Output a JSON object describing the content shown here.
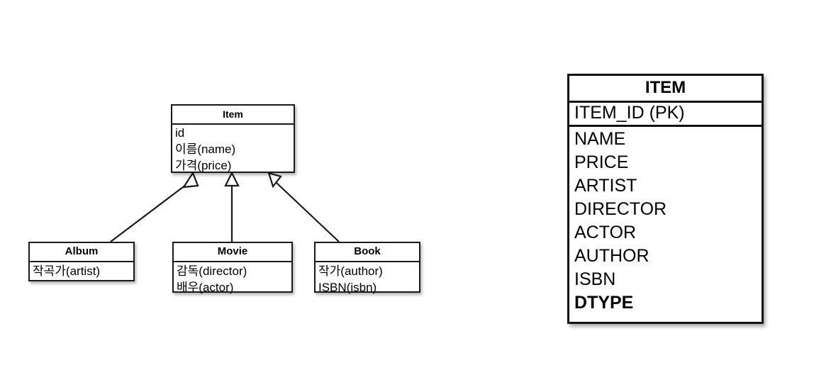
{
  "diagram": {
    "background_color": "#ffffff",
    "line_color": "#1a1a1a",
    "uml": {
      "superclass": {
        "title": "Item",
        "attributes": [
          "id",
          "이름(name)",
          "가격(price)"
        ]
      },
      "subclasses": [
        {
          "title": "Album",
          "attributes": [
            "작곡가(artist)"
          ]
        },
        {
          "title": "Movie",
          "attributes": [
            "감독(director)",
            "배우(actor)"
          ]
        },
        {
          "title": "Book",
          "attributes": [
            "작가(author)",
            "ISBN(isbn)"
          ]
        }
      ],
      "relationship_type": "generalization"
    },
    "table": {
      "title": "ITEM",
      "primary_key": "ITEM_ID (PK)",
      "columns": [
        {
          "name": "NAME",
          "bold": false
        },
        {
          "name": "PRICE",
          "bold": false
        },
        {
          "name": "ARTIST",
          "bold": false
        },
        {
          "name": "DIRECTOR",
          "bold": false
        },
        {
          "name": "ACTOR",
          "bold": false
        },
        {
          "name": "AUTHOR",
          "bold": false
        },
        {
          "name": "ISBN",
          "bold": false
        },
        {
          "name": "DTYPE",
          "bold": true
        }
      ]
    }
  }
}
